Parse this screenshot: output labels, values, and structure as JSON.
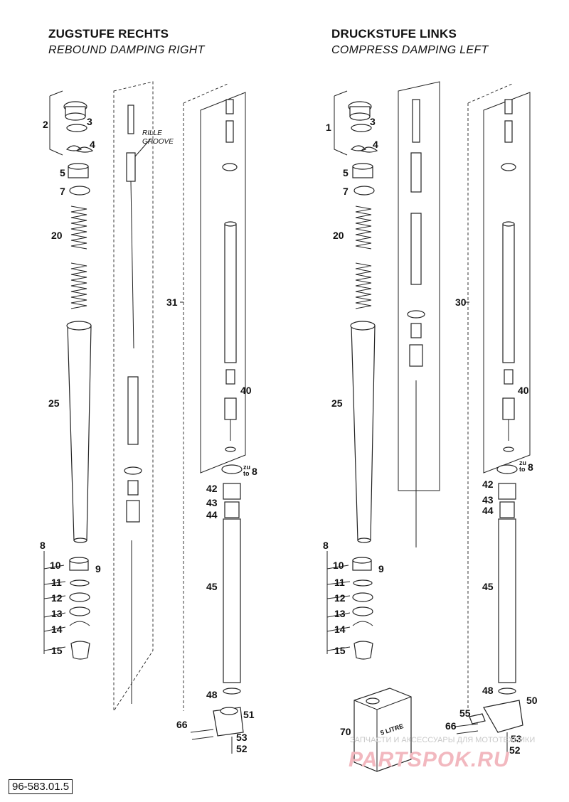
{
  "left": {
    "title": "ZUGSTUFE RECHTS",
    "subtitle": "REBOUND DAMPING RIGHT",
    "callouts": [
      "2",
      "3",
      "4",
      "5",
      "7",
      "20",
      "25",
      "8",
      "10",
      "9",
      "11",
      "12",
      "13",
      "14",
      "15",
      "31",
      "40",
      "42",
      "43",
      "44",
      "45",
      "48",
      "51",
      "66",
      "53",
      "52"
    ],
    "zu_to": [
      "zu",
      "to",
      "8"
    ],
    "annotation": [
      "RILLE",
      "GROOVE"
    ]
  },
  "right": {
    "title": "DRUCKSTUFE LINKS",
    "subtitle": "COMPRESS DAMPING LEFT",
    "callouts": [
      "1",
      "3",
      "4",
      "5",
      "7",
      "20",
      "25",
      "8",
      "10",
      "9",
      "11",
      "12",
      "13",
      "14",
      "15",
      "30",
      "40",
      "42",
      "43",
      "44",
      "45",
      "48",
      "50",
      "55",
      "66",
      "70",
      "53",
      "52"
    ],
    "zu_to": [
      "zu",
      "to",
      "8"
    ],
    "oil_label": "5 LITRE"
  },
  "watermark": {
    "line1": "ЗАПЧАСТИ И АКСЕССУАРЫ ДЛЯ МОТОТЕХНИКИ",
    "line2": "PARTSPOK.RU"
  },
  "part_code": "96-583.01.5",
  "colors": {
    "ink": "#111111",
    "watermark": "#f2b8bf"
  }
}
